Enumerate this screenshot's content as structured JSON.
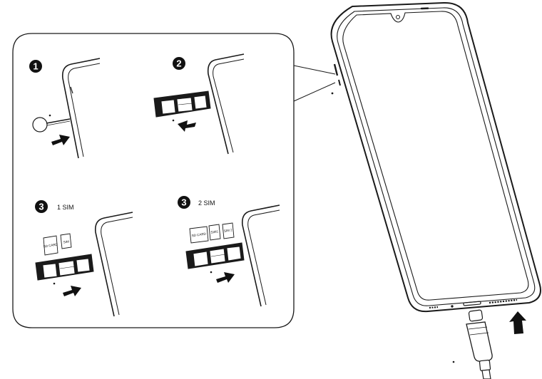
{
  "steps": [
    {
      "number": "1"
    },
    {
      "number": "2"
    },
    {
      "number": "3",
      "label": "1 SIM",
      "cards": [
        "SD CARD",
        "SIM"
      ]
    },
    {
      "number": "3",
      "label": "2 SIM",
      "cards": [
        "SD CARD",
        "SIM1",
        "SIM 2"
      ]
    }
  ],
  "colors": {
    "line": "#1a1a1a",
    "badge": "#111111",
    "background": "#ffffff"
  }
}
